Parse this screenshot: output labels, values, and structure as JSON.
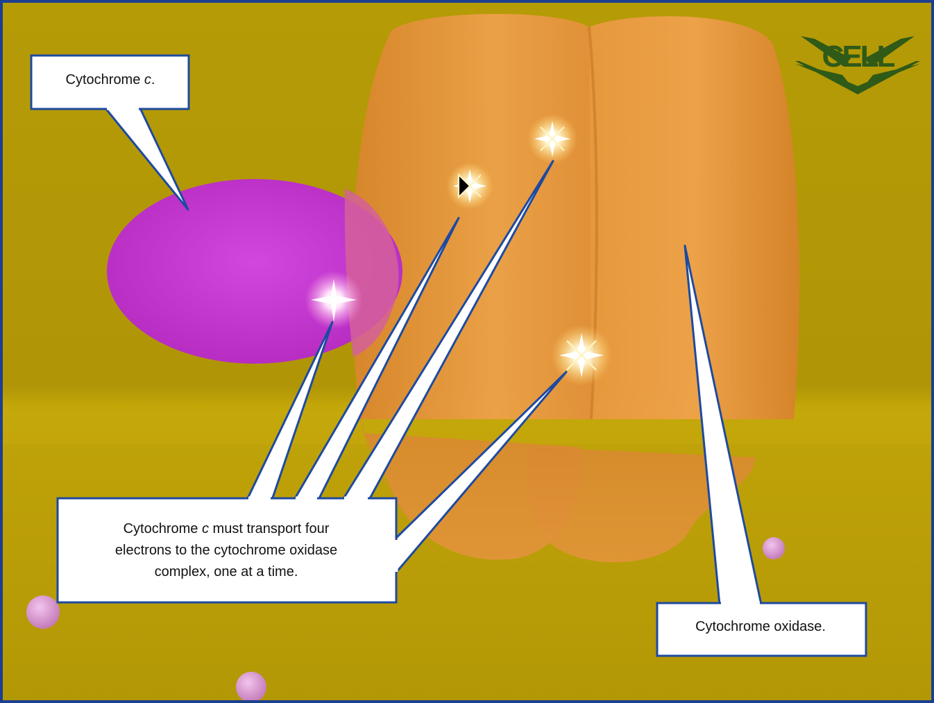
{
  "labels": {
    "cytochrome_c": {
      "prefix": "Cytochrome ",
      "italic": "c",
      "suffix": "."
    },
    "transport": {
      "line1_prefix": "Cytochrome ",
      "line1_italic": "c",
      "line1_suffix": " must transport four",
      "line2": "electrons to the cytochrome oxidase",
      "line3": "complex, one at a time."
    },
    "oxidase": "Cytochrome oxidase."
  },
  "logo": {
    "text": "CELL"
  },
  "colors": {
    "background": "#b39a08",
    "membrane_band": "#c2a50a",
    "cytochrome_c": "#c43ad0",
    "oxidase": "#e8952e",
    "callout_border": "#1d4aa0",
    "callout_fill": "#ffffff",
    "logo": "#2f5a18",
    "electron_glow": "#fff6c8",
    "vesicle": "#d89ad2"
  }
}
